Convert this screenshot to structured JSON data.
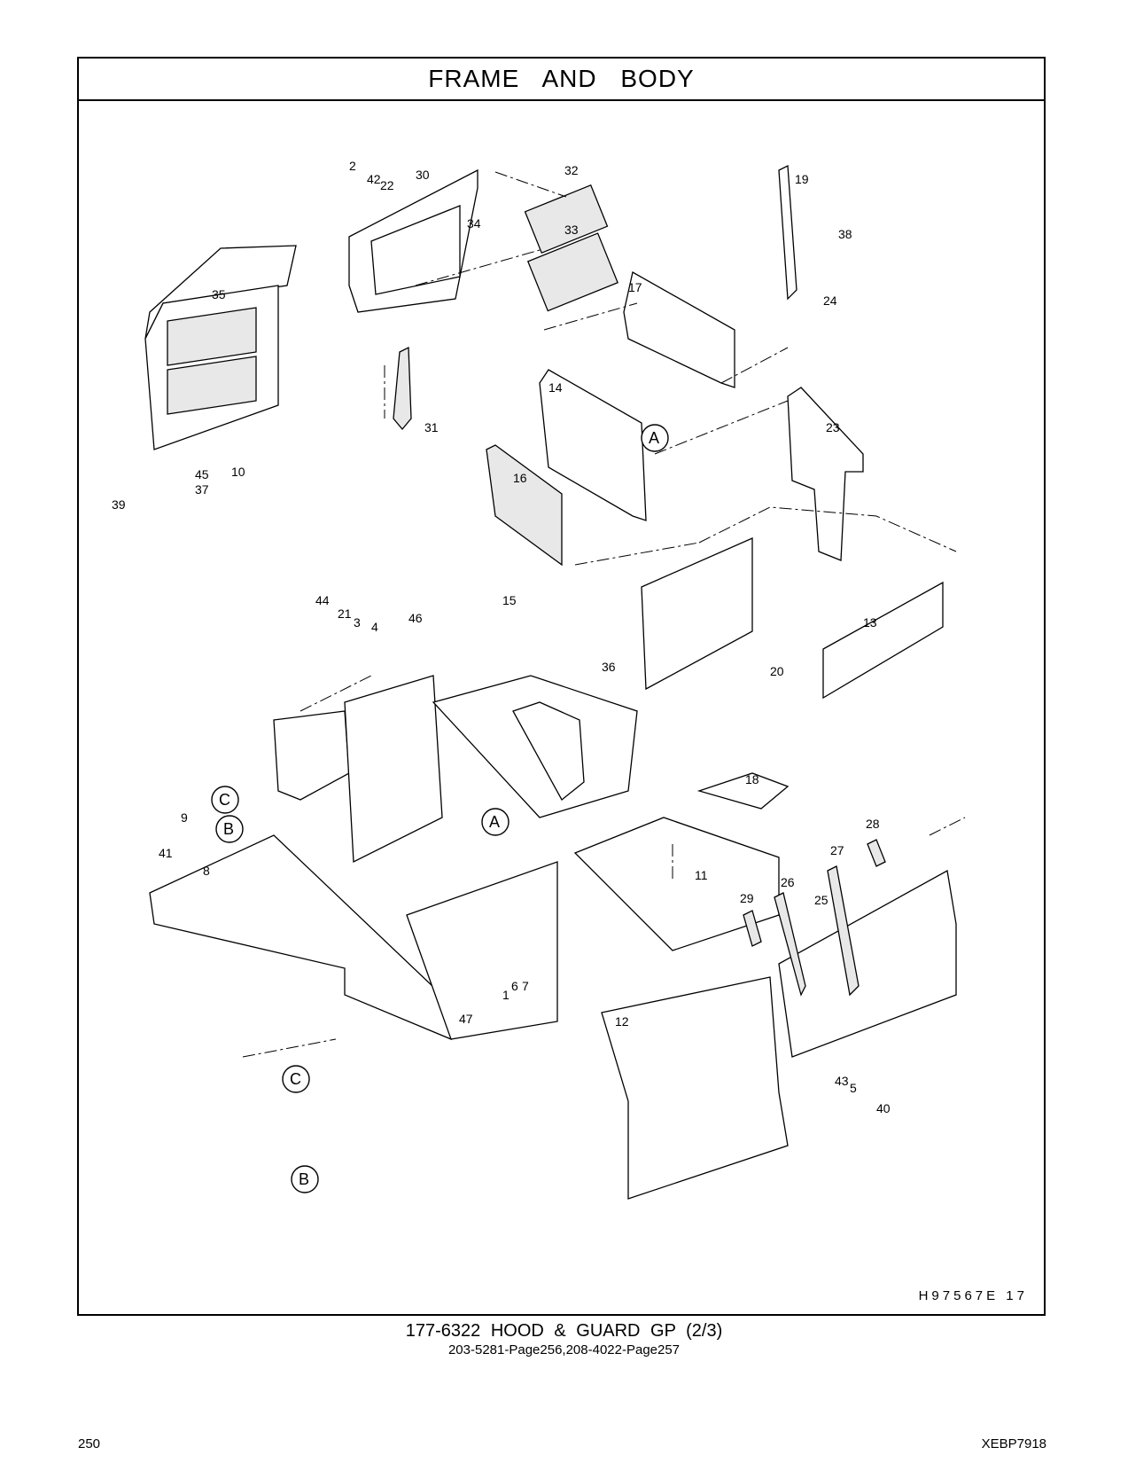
{
  "section_title": "FRAME AND BODY",
  "drawing_id": "H97567E 17",
  "caption": {
    "line1": "177-6322 HOOD & GUARD GP (2/3)",
    "line2": "203-5281-Page256,208-4022-Page257"
  },
  "page_number": "250",
  "document_id": "XEBP7918",
  "callouts": [
    "A",
    "B",
    "C"
  ],
  "part_labels": [
    "1",
    "2",
    "3",
    "4",
    "5",
    "6",
    "7",
    "8",
    "9",
    "10",
    "11",
    "12",
    "13",
    "14",
    "15",
    "16",
    "17",
    "18",
    "19",
    "20",
    "21",
    "22",
    "23",
    "24",
    "25",
    "26",
    "27",
    "28",
    "29",
    "30",
    "31",
    "32",
    "33",
    "34",
    "35",
    "36",
    "37",
    "38",
    "39",
    "40",
    "41",
    "42",
    "43",
    "44",
    "45",
    "46",
    "47"
  ]
}
